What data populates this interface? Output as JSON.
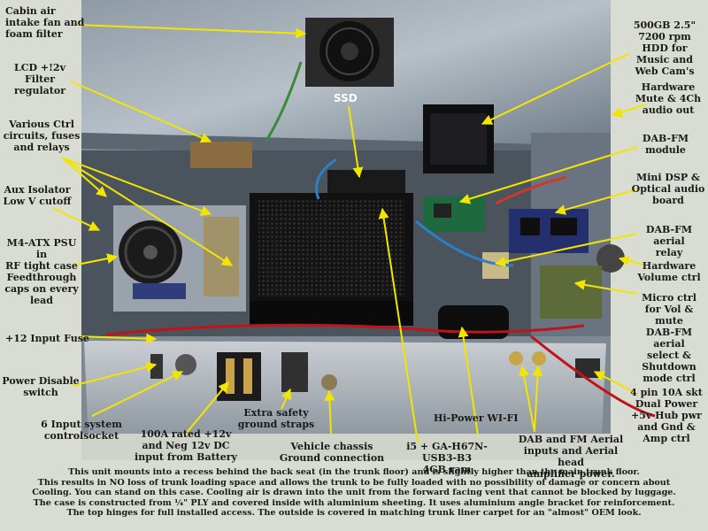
{
  "labels": {
    "cabin_air": "Cabin air\nintake fan and\nfoam filter",
    "lcd_filter": "LCD +!2v\nFilter\nregulator",
    "various_ctrl": "Various Ctrl\ncircuits, fuses\nand relays",
    "aux_isolator": "Aux Isolator\nLow V cutoff",
    "psu": "M4-ATX PSU in\nRF tight case\nFeedthrough\ncaps on every\nlead",
    "input_fuse": "+12 Input Fuse",
    "power_disable": "Power Disable\nswitch",
    "six_input": "6 Input system\ncontrolsocket",
    "hundred_amp": "100A rated +12v\nand Neg 12v DC\ninput from Battery",
    "extra_safety": "Extra safety\nground straps",
    "vehicle_chassis": "Vehicle chassis\nGround connection",
    "i5": "i5  + GA-H67N-USB3-B3\n4GB ram",
    "wifi": "Hi-Power WI-FI",
    "dab_fm_inputs": "DAB and FM Aerial\ninputs and Aerial head\namplifier power.",
    "ssd": "SSD",
    "hdd": "500GB 2.5\"\n7200 rpm\nHDD for\nMusic and\nWeb Cam's",
    "hw_mute": "Hardware\nMute & 4Ch\naudio out",
    "dab_fm_module": "DAB-FM\nmodule",
    "mini_dsp": "Mini DSP &\nOptical audio\nboard",
    "aerial_relay": "DAB-FM aerial\nrelay",
    "hw_volume": "Hardware\nVolume ctrl",
    "micro_ctrl": "Micro ctrl\nfor Vol & mute\nDAB-FM aerial\nselect &\nShutdown\nmode ctrl",
    "four_pin": "4 pin 10A skt\nDual Power\n+5v Hub pwr\nand  Gnd &\nAmp ctrl"
  },
  "caption": [
    "This unit mounts into a recess behind the back seat (in the trunk floor) and is slightly higher than the main trunk floor.",
    "This results in NO loss of trunk loading space and allows the trunk to be fully loaded with no possibility of damage or concern about",
    "Cooling.  You can stand on this case. Cooling air is drawn into the unit from the forward facing vent that cannot be blocked by luggage.",
    "The case is constructed from ¼\" PLY and covered inside with aluminium sheeting. It uses aluminium angle bracket for reinforcement.",
    "The top hinges for full installed access. The outside is covered in matching trunk liner carpet for an \"almost\" OEM look."
  ],
  "colors": {
    "background": "#d9dcd2",
    "annotation_arrow": "#f2e600",
    "label_text": "#1a1a1a"
  }
}
